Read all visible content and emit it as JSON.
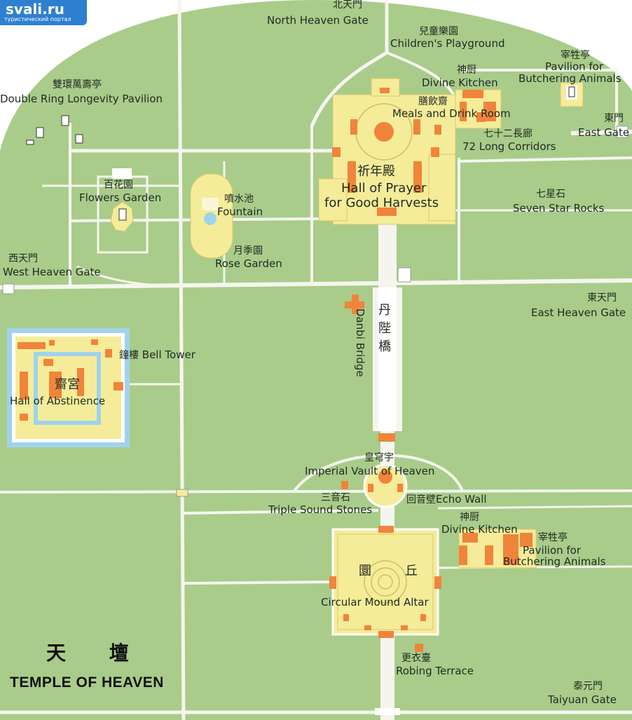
{
  "logo": {
    "site": "svali.ru",
    "tagline": "туристический портал"
  },
  "title": {
    "zh": "天 壇",
    "en": "TEMPLE OF HEAVEN"
  },
  "labels": {
    "north_gate": {
      "zh": "北天門",
      "en": "North Heaven Gate"
    },
    "childrens_playground": {
      "zh": "兒童樂園",
      "en": "Children's Playground"
    },
    "pavilion_butchering_top": {
      "zh": "宰牲亭",
      "en1": "Pavilion for",
      "en2": "Butchering Animals"
    },
    "divine_kitchen_top": {
      "zh": "神厨",
      "en": "Divine Kitchen"
    },
    "meals_drink": {
      "zh": "膳飲齋",
      "en": "Meals and Drink Room"
    },
    "double_ring": {
      "zh": "雙環萬壽亭",
      "en": "Double Ring Longevity Pavilion"
    },
    "east_gate": {
      "zh": "東門",
      "en": "East Gate"
    },
    "corridors": {
      "zh": "七十二長廊",
      "en": "72 Long Corridors"
    },
    "hall_prayer": {
      "zh": "祈年殿",
      "en1": "Hall of Prayer",
      "en2": "for Good Harvests"
    },
    "flowers_garden": {
      "zh": "百花園",
      "en": "Flowers Garden"
    },
    "fountain": {
      "zh": "噴水池",
      "en": "Fountain"
    },
    "seven_star": {
      "zh": "七星石",
      "en": "Seven Star Rocks"
    },
    "rose_garden": {
      "zh": "月季園",
      "en": "Rose Garden"
    },
    "west_gate": {
      "zh": "西天門",
      "en": "West Heaven Gate"
    },
    "east_heaven_gate": {
      "zh": "東天門",
      "en": "East Heaven Gate"
    },
    "bell_tower": {
      "zh": "鐘樓",
      "en": "Bell Tower"
    },
    "abstinence": {
      "zh": "齋宮",
      "en": "Hall of Abstinence"
    },
    "danbi_bridge": {
      "zh": "丹陛橋",
      "en": "Danbi Bridge"
    },
    "imperial_vault": {
      "zh": "皇穹宇",
      "en": "Imperial Vault of Heaven"
    },
    "triple_sound": {
      "zh": "三音石",
      "en": "Triple Sound Stones"
    },
    "echo_wall": {
      "zh": "回音壁",
      "en": "Echo Wall"
    },
    "divine_kitchen_bottom": {
      "zh": "神厨",
      "en": "Divine Kitchen"
    },
    "pavilion_butchering_bottom": {
      "zh": "宰牲亭",
      "en1": "Pavilion for",
      "en2": "Butchering Animals"
    },
    "circular_mound": {
      "zh1": "圜",
      "zh2": "丘",
      "en": "Circular Mound Altar"
    },
    "robing_terrace": {
      "zh": "更衣臺",
      "en": "Robing Terrace"
    },
    "taiyuan_gate": {
      "zh": "泰元門",
      "en": "Taiyuan Gate"
    }
  },
  "colors": {
    "grass": "#a9cc8a",
    "road": "#f4f6ee",
    "building": "#f5ec9a",
    "hall": "#f0843a",
    "water": "#9fd3ec",
    "text": "#1f2a22"
  }
}
